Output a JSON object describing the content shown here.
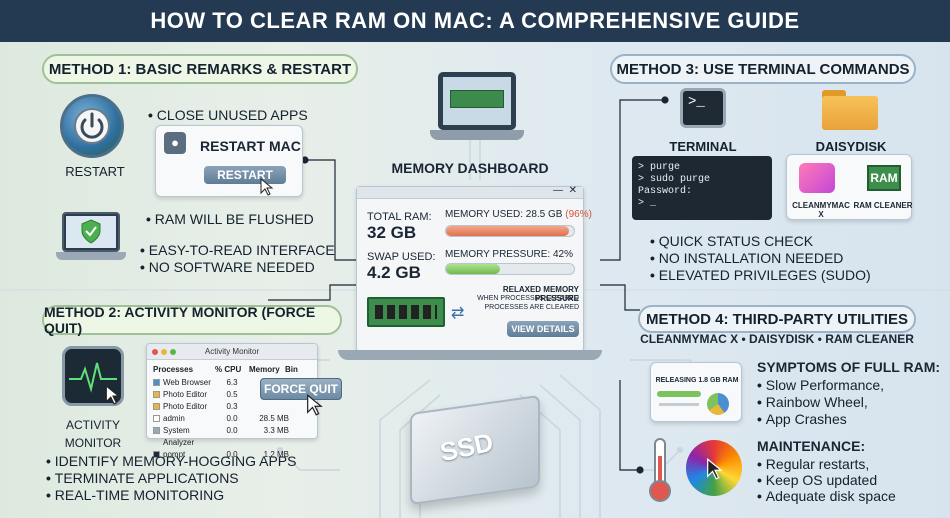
{
  "title": "HOW TO CLEAR RAM ON MAC: A COMPREHENSIVE GUIDE",
  "method1": {
    "heading": "Method 1: Basic Remarks & Restart",
    "restart_label": "Restart",
    "bullets": [
      "Close Unused Apps",
      "RAM will be flushed",
      "Easy-to-read interface",
      "No software needed"
    ],
    "card_title": "Restart Mac",
    "card_button": "Restart"
  },
  "method2": {
    "heading": "Method 2: Activity Monitor (Force Quit)",
    "icon_label": "Activity Monitor",
    "window_title": "Activity Monitor",
    "columns": [
      "Processes",
      "% CPU",
      "Memory",
      "Bin"
    ],
    "rows": [
      {
        "name": "Web Browser",
        "cpu": "6.3",
        "mem": ""
      },
      {
        "name": "Photo Editor",
        "cpu": "0.5",
        "mem": ""
      },
      {
        "name": "Photo Editor",
        "cpu": "0.3",
        "mem": ""
      },
      {
        "name": "admin",
        "cpu": "0.0",
        "mem": "28.5 MB"
      },
      {
        "name": "System Analyzer",
        "cpu": "0.0",
        "mem": "3.3 MB"
      },
      {
        "name": "pompt",
        "cpu": "0.0",
        "mem": "1.2 MB"
      }
    ],
    "force_quit": "Force Quit",
    "bullets": [
      "Identify memory-hogging apps",
      "Terminate applications",
      "Real-time monitoring"
    ]
  },
  "dashboard": {
    "title": "Memory Dashboard",
    "total_ram_label": "Total RAM:",
    "total_ram_value": "32 GB",
    "swap_label": "Swap Used:",
    "swap_value": "4.2 GB",
    "mem_used_label": "Memory Used: 28.5 GB",
    "mem_used_pct": "(96%)",
    "mem_used_fraction": 0.96,
    "pressure_label": "Memory Pressure:",
    "pressure_pct": "42%",
    "pressure_fraction": 0.42,
    "relaxed_title": "Relaxed Memory Pressure",
    "relaxed_line1": "When processes cleared",
    "relaxed_line2": "processes are cleared",
    "view_details": "View Details",
    "ssd": "SSD"
  },
  "method3": {
    "heading": "Method 3: Use Terminal Commands",
    "terminal_label": "Terminal",
    "daisydisk_label": "DaisyDisk",
    "terminal_icon_text": ">_",
    "terminal_lines": [
      "> purge",
      "> sudo purge",
      "Password:",
      "> _"
    ],
    "apps": [
      "CleanMyMac X",
      "RAM Cleaner"
    ],
    "ram_badge": "RAM",
    "bullets": [
      "Quick status check",
      "No installation needed",
      "Elevated privileges (sudo)"
    ]
  },
  "method4": {
    "heading": "Method 4: Third-Party Utilities",
    "subtitle_items": [
      "CleanMyMac X",
      "DaisyDisk",
      "RAM Cleaner"
    ],
    "releasing": "RELEASING 1.8 GB RAM",
    "symptoms_heading": "Symptoms of Full RAM:",
    "symptoms": [
      "Slow Performance,",
      "Rainbow Wheel,",
      "App Crashes"
    ],
    "maintenance_heading": "Maintenance:",
    "maintenance": [
      "Regular restarts,",
      "Keep OS updated",
      "Adequate disk space"
    ]
  },
  "colors": {
    "header": "#243a52",
    "green": "#8cc870",
    "red": "#e8886a",
    "accent": "#5f7c96"
  }
}
